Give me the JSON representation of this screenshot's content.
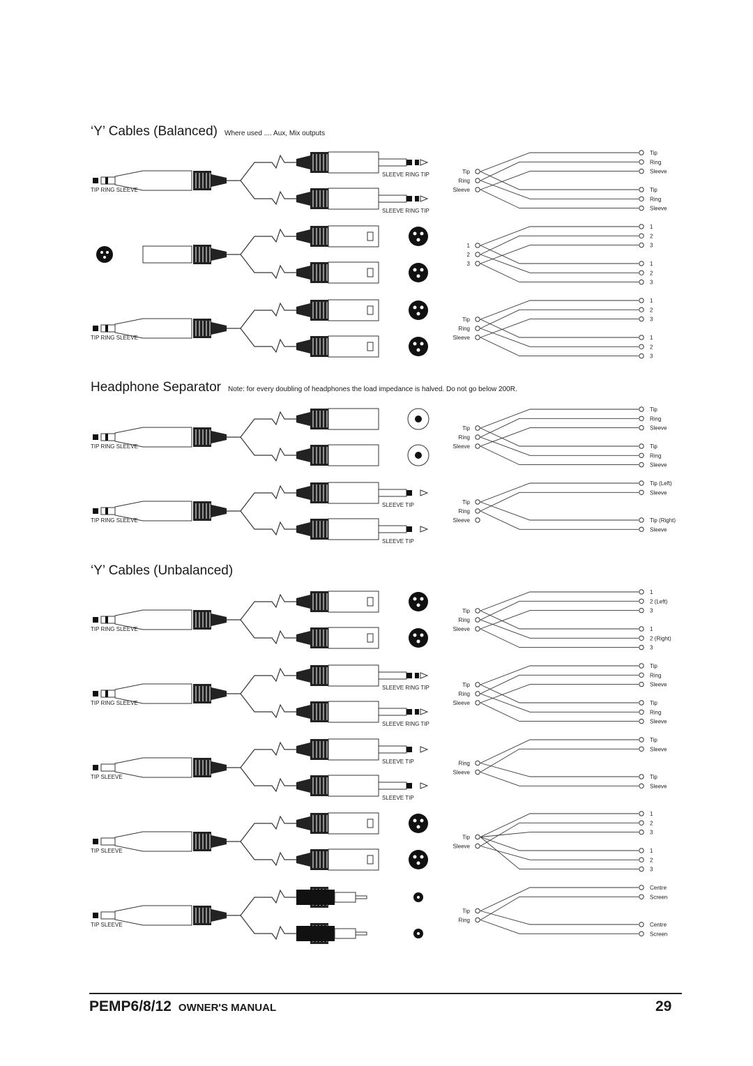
{
  "sections": {
    "balanced": {
      "title": "‘Y’ Cables (Balanced)",
      "note": "Where used .... Aux, Mix outputs"
    },
    "headphone": {
      "title": "Headphone Separator",
      "note": "Note: for every doubling of headphones the load impedance is halved.  Do not go below 200R."
    },
    "unbalanced": {
      "title": "‘Y’ Cables (Unbalanced)",
      "note": ""
    }
  },
  "labels": {
    "trs": "TIP RING SLEEVE",
    "trs_right": "SLEEVE RING TIP",
    "ts": "TIP     SLEEVE",
    "ts_right": "SLEEVE      TIP"
  },
  "footer": {
    "model": "PEMP6/8/12",
    "subtitle": "OWNER'S MANUAL",
    "page": "29"
  },
  "rows": [
    {
      "plug": "trs",
      "outs": [
        "trs",
        "trs"
      ],
      "in": [
        "Tip",
        "Ring",
        "Sleeve"
      ],
      "out": [
        "Tip",
        "Ring",
        "Sleeve",
        "Tip",
        "Ring",
        "Sleeve"
      ]
    },
    {
      "plug": "xlr",
      "outs": [
        "xlr",
        "xlr"
      ],
      "in": [
        "1",
        "2",
        "3"
      ],
      "out": [
        "1",
        "2",
        "3",
        "1",
        "2",
        "3"
      ]
    },
    {
      "plug": "trs",
      "outs": [
        "xlr",
        "xlr"
      ],
      "in": [
        "Tip",
        "Ring",
        "Sleeve"
      ],
      "out": [
        "1",
        "2",
        "3",
        "1",
        "2",
        "3"
      ]
    },
    {
      "plug": "trs",
      "outs": [
        "jack_socket",
        "jack_socket"
      ],
      "in": [
        "Tip",
        "Ring",
        "Sleeve"
      ],
      "out": [
        "Tip",
        "Ring",
        "Sleeve",
        "Tip",
        "Ring",
        "Sleeve"
      ]
    },
    {
      "plug": "trs",
      "outs": [
        "ts",
        "ts"
      ],
      "in": [
        "Tip",
        "Ring",
        "Sleeve"
      ],
      "out": [
        "Tip (Left)",
        "Sleeve",
        "Tip (Right)",
        "Sleeve"
      ]
    },
    {
      "plug": "trs",
      "outs": [
        "xlr",
        "xlr"
      ],
      "in": [
        "Tip",
        "Ring",
        "Sleeve"
      ],
      "out": [
        "1",
        "2 (Left)",
        "3",
        "1",
        "2 (Right)",
        "3"
      ]
    },
    {
      "plug": "trs",
      "outs": [
        "trs",
        "trs"
      ],
      "in": [
        "Tip",
        "Ring",
        "Sleeve"
      ],
      "out": [
        "Tip",
        "Ring",
        "Sleeve",
        "Tip",
        "Ring",
        "Sleeve"
      ]
    },
    {
      "plug": "ts",
      "outs": [
        "ts",
        "ts"
      ],
      "in": [
        "Ring",
        "Sleeve"
      ],
      "out": [
        "Tip",
        "Sleeve",
        "Tip",
        "Sleeve"
      ]
    },
    {
      "plug": "ts",
      "outs": [
        "xlr",
        "xlr"
      ],
      "in": [
        "Tip",
        "Sleeve"
      ],
      "out": [
        "1",
        "2",
        "3",
        "1",
        "2",
        "3"
      ]
    },
    {
      "plug": "ts",
      "outs": [
        "rca",
        "rca"
      ],
      "in": [
        "Tip",
        "Ring"
      ],
      "out": [
        "Centre",
        "Screen",
        "Centre",
        "Screen"
      ]
    }
  ]
}
